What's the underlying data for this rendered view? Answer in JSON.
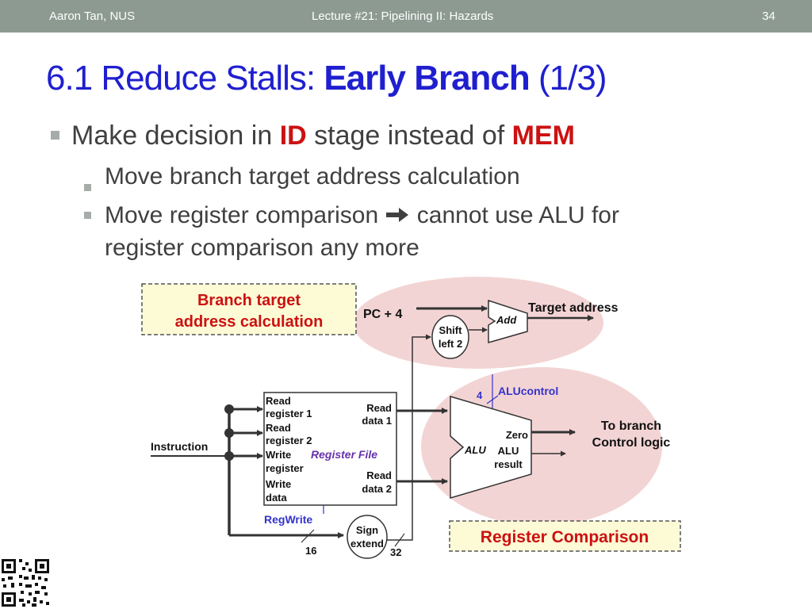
{
  "header": {
    "author": "Aaron Tan, NUS",
    "lecture": "Lecture #21: Pipelining II: Hazards",
    "page": "34"
  },
  "title": {
    "prefix": "6.1 Reduce Stalls: ",
    "bold": "Early Branch",
    "suffix": " (1/3)"
  },
  "bullets": {
    "main": {
      "part1": "Make decision in ",
      "hl1": "ID",
      "part2": " stage instead of ",
      "hl2": "MEM"
    },
    "sub1": "Move branch target address calculation",
    "sub2_line1_a": "Move register comparison ",
    "sub2_line1_b": " cannot use ALU for",
    "sub2_line2": "register comparison any more",
    "arrow_icon": "right-arrow-icon"
  },
  "diagram": {
    "branch_box": {
      "line1": "Branch target",
      "line2": "address calculation"
    },
    "pc4": "PC + 4",
    "adder_label": "Add",
    "target_address": "Target address",
    "shift": {
      "line1": "Shift",
      "line2": "left 2"
    },
    "alu_control_num": "4",
    "alu_control": "ALUcontrol",
    "instruction": "Instruction",
    "regfile": {
      "read_reg1_a": "Read",
      "read_reg1_b": "register 1",
      "read_reg2_a": "Read",
      "read_reg2_b": "register 2",
      "write_reg_a": "Write",
      "write_reg_b": "register",
      "write_data_a": "Write",
      "write_data_b": "data",
      "read_data1_a": "Read",
      "read_data1_b": "data 1",
      "read_data2_a": "Read",
      "read_data2_b": "data 2",
      "name": "Register File"
    },
    "regwrite": "RegWrite",
    "alu": {
      "name": "ALU",
      "zero": "Zero",
      "result_a": "ALU",
      "result_b": "result"
    },
    "to_branch": {
      "line1": "To branch",
      "line2": "Control logic"
    },
    "sign_extend": {
      "line1": "Sign",
      "line2": "extend"
    },
    "bits16": "16",
    "bits32": "32",
    "register_comparison": "Register Comparison"
  },
  "colors": {
    "title": "#1f1fd0",
    "highlight": "#cc1111",
    "header_bg": "#8c9a92",
    "box_fill": "#fdfbd6",
    "ellipse": "#f3d4d4",
    "label_blue": "#3333cc",
    "label_purple": "#6633aa"
  }
}
